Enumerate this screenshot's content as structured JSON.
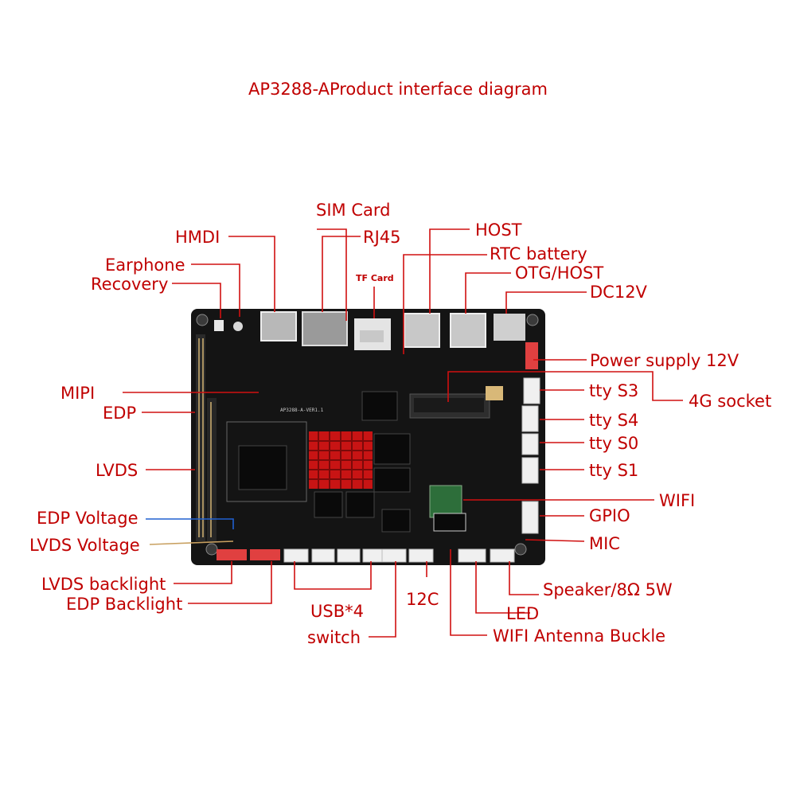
{
  "title": "AP3288-AProduct interface diagram",
  "board": {
    "model_text": "AP3288-A-VER1.1"
  },
  "labels": {
    "sim_card": "SIM Card",
    "hmdi": "HMDI",
    "rj45": "RJ45",
    "host": "HOST",
    "rtc_battery": "RTC battery",
    "earphone": "Earphone",
    "recovery": "Recovery",
    "tf_card": "TF Card",
    "otg_host": "OTG/HOST",
    "dc12v": "DC12V",
    "power_supply": "Power supply 12V",
    "mipi": "MIPI",
    "tty_s3": "tty S3",
    "socket_4g": "4G socket",
    "edp": "EDP",
    "tty_s4": "tty S4",
    "tty_s0": "tty S0",
    "lvds": "LVDS",
    "tty_s1": "tty S1",
    "wifi": "WIFI",
    "edp_voltage": "EDP Voltage",
    "gpio": "GPIO",
    "lvds_voltage": "LVDS Voltage",
    "mic": "MIC",
    "lvds_backlight": "LVDS backlight",
    "speaker": "Speaker/8Ω 5W",
    "edp_backlight": "EDP Backlight",
    "usb4": "USB*4",
    "i2c": "12C",
    "led": "LED",
    "switch": "switch",
    "wifi_antenna": "WIFI Antenna Buckle"
  },
  "colors": {
    "label": "#c00000",
    "board": "#141414",
    "heatsink": "#c81414",
    "connector": "#f0f0f0"
  }
}
